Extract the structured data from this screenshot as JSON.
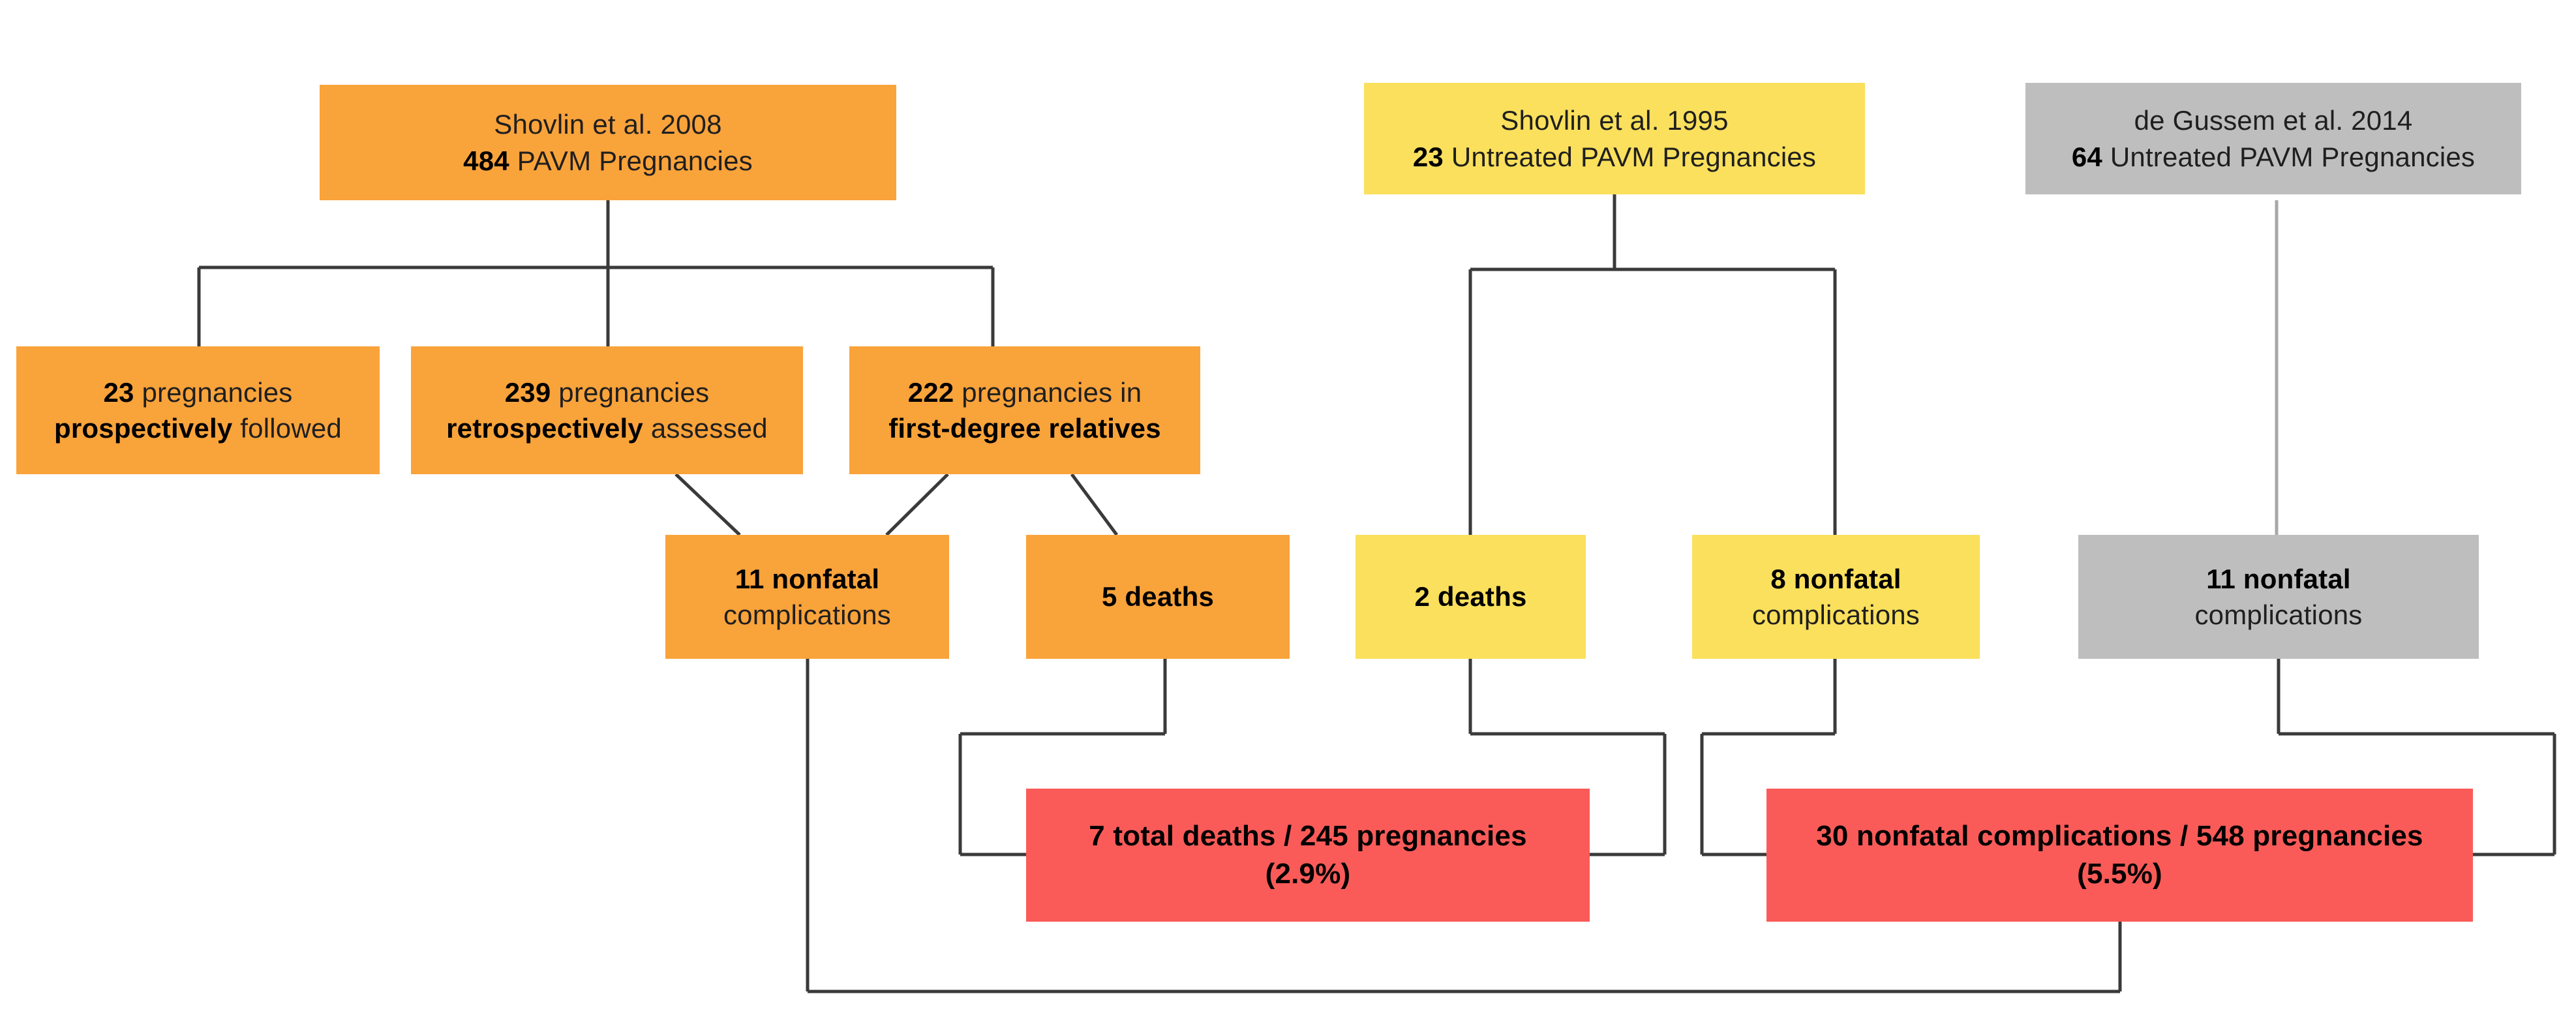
{
  "diagram": {
    "title": "PAVM pregnancy outcomes flowchart",
    "colors": {
      "orange": "#F9A33B",
      "yellow": "#FAE05C",
      "gray": "#BEBEBE",
      "red": "#FA5B58",
      "connector": "#3a3a3a",
      "connector_gray": "#a8a8a8",
      "text": "#1f1f1f"
    },
    "boxes": {
      "shovlin2008": {
        "line1": "Shovlin et al. 2008",
        "count": "484",
        "rest": " PAVM Pregnancies"
      },
      "prospective": {
        "count": "23",
        "rest": " pregnancies",
        "bold2": "prospectively",
        "rest2": " followed"
      },
      "retrospective": {
        "count": "239",
        "rest": " pregnancies",
        "bold2": "retrospectively",
        "rest2": " assessed"
      },
      "firstdegree": {
        "count": "222",
        "rest": " pregnancies in",
        "bold2": "first-degree relatives",
        "rest2": ""
      },
      "nonfatal11_shovlin": {
        "bold": "11 nonfatal",
        "rest": "complications"
      },
      "deaths5": {
        "bold": "5 deaths"
      },
      "shovlin1995": {
        "line1": "Shovlin et al. 1995",
        "count": "23",
        "rest": " Untreated PAVM Pregnancies"
      },
      "deaths2": {
        "bold": "2 deaths"
      },
      "nonfatal8": {
        "bold": "8 nonfatal",
        "rest": "complications"
      },
      "degussem2014": {
        "line1": "de Gussem et al. 2014",
        "count": "64",
        "rest": " Untreated PAVM Pregnancies"
      },
      "nonfatal11_degussem": {
        "bold": "11 nonfatal",
        "rest": "complications"
      },
      "total_deaths": {
        "line1": "7 total deaths / 245 pregnancies",
        "line2": "(2.9%)"
      },
      "total_complications": {
        "line1": "30 nonfatal complications / 548 pregnancies",
        "line2": "(5.5%)"
      }
    }
  }
}
